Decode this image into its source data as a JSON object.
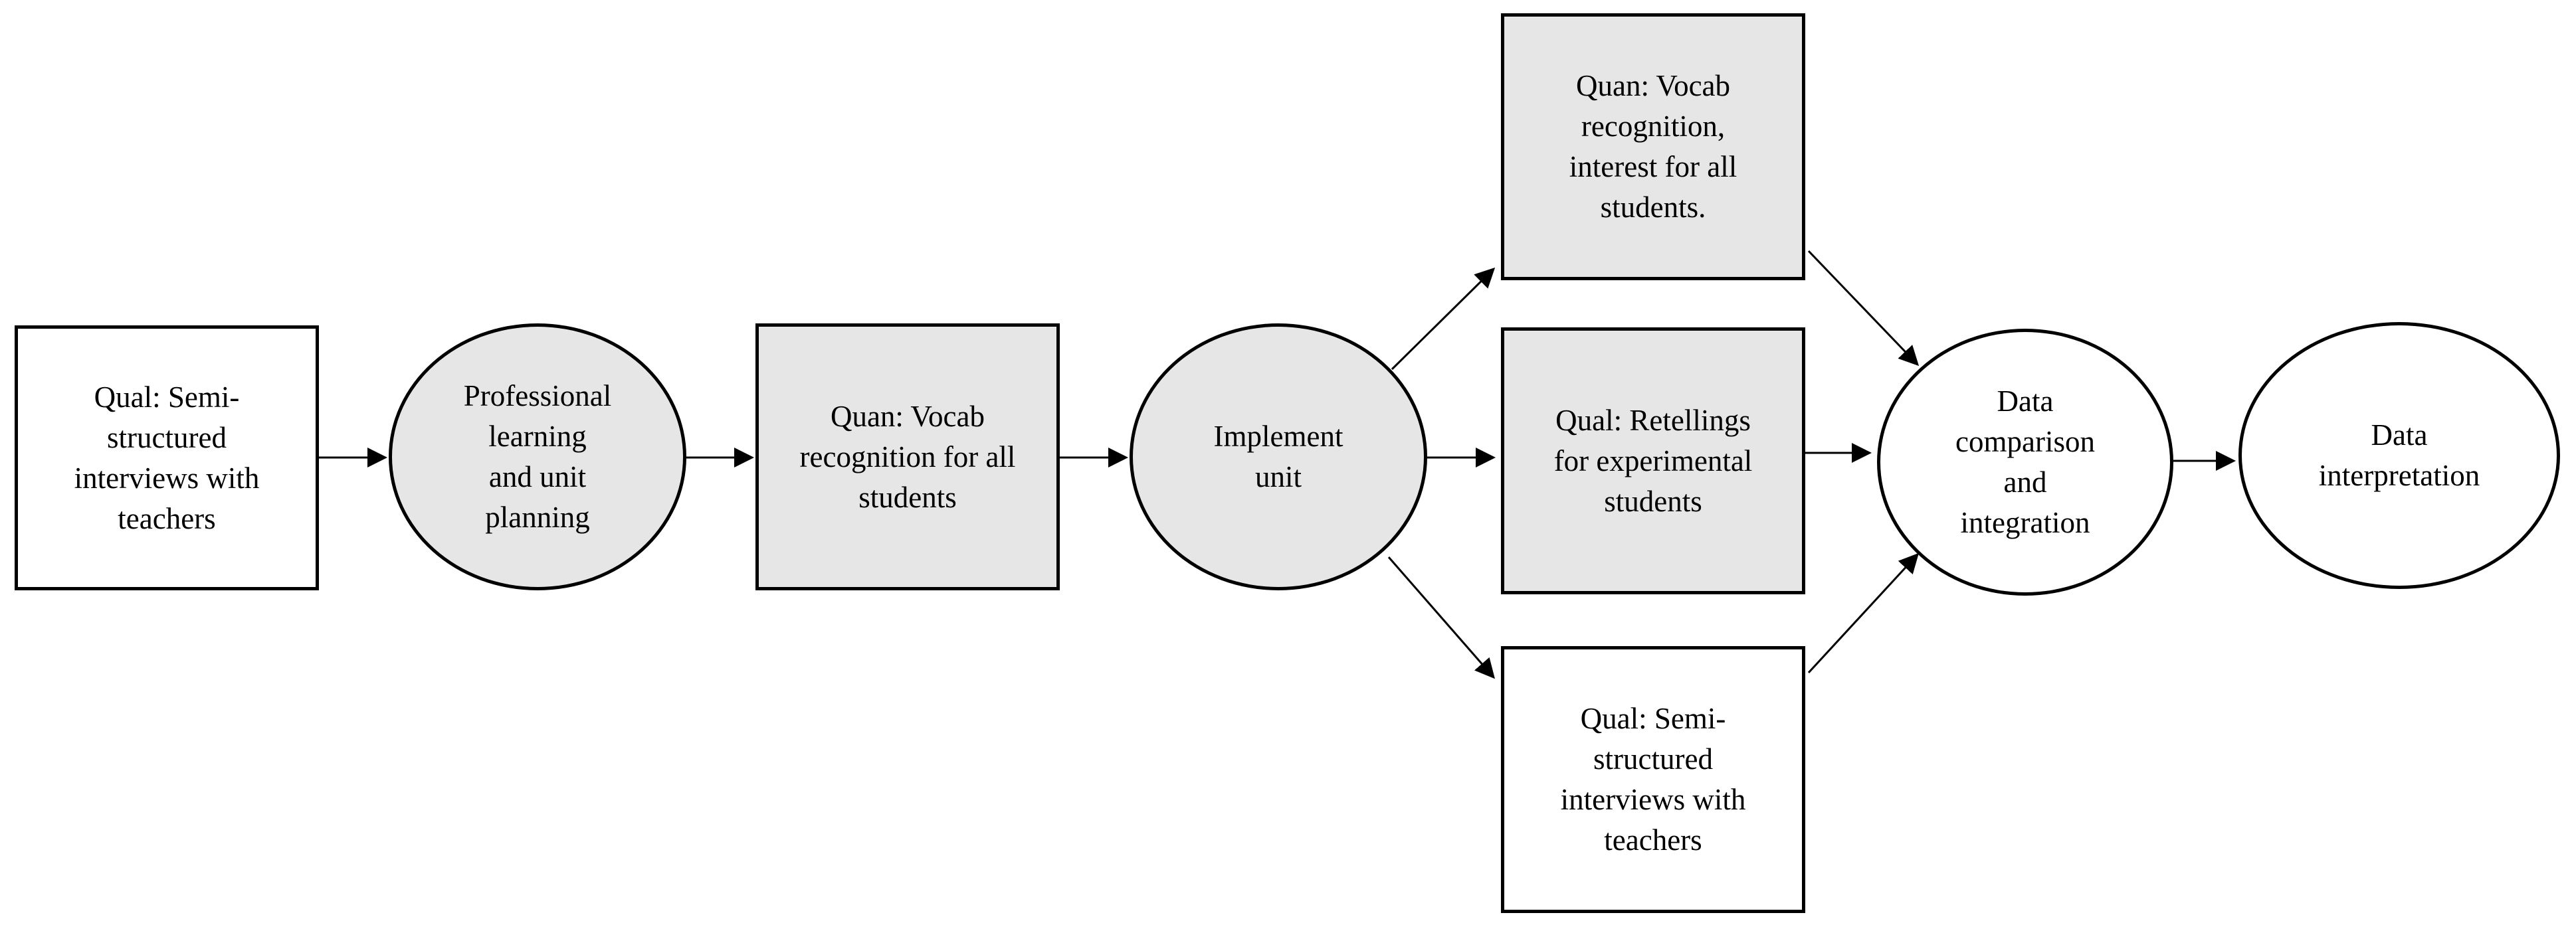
{
  "colors": {
    "shaded_fill": "#e6e6e6",
    "plain_fill": "#ffffff",
    "stroke": "#000000"
  },
  "nodes": [
    {
      "id": "qual-interviews-pre",
      "shape": "rectangle",
      "fill": "plain",
      "text": "Qual: Semi-\nstructured\ninterviews with\nteachers"
    },
    {
      "id": "professional-learning",
      "shape": "ellipse",
      "fill": "shaded",
      "text": "Professional\nlearning\nand unit\nplanning"
    },
    {
      "id": "quan-vocab-pre",
      "shape": "rectangle",
      "fill": "shaded",
      "text": "Quan: Vocab\nrecognition for all\nstudents"
    },
    {
      "id": "implement-unit",
      "shape": "ellipse",
      "fill": "shaded",
      "text": "Implement\nunit"
    },
    {
      "id": "quan-vocab-post",
      "shape": "rectangle",
      "fill": "shaded",
      "text": "Quan: Vocab\nrecognition,\ninterest for all\nstudents."
    },
    {
      "id": "qual-retellings",
      "shape": "rectangle",
      "fill": "shaded",
      "text": "Qual: Retellings\nfor experimental\nstudents"
    },
    {
      "id": "qual-interviews-post",
      "shape": "rectangle",
      "fill": "plain",
      "text": "Qual: Semi-\nstructured\ninterviews with\nteachers"
    },
    {
      "id": "data-comparison",
      "shape": "ellipse",
      "fill": "plain",
      "text": "Data\ncomparison\nand\nintegration"
    },
    {
      "id": "data-interpretation",
      "shape": "ellipse",
      "fill": "plain",
      "text": "Data\ninterpretation"
    }
  ],
  "edges": [
    {
      "from": "qual-interviews-pre",
      "to": "professional-learning"
    },
    {
      "from": "professional-learning",
      "to": "quan-vocab-pre"
    },
    {
      "from": "quan-vocab-pre",
      "to": "implement-unit"
    },
    {
      "from": "implement-unit",
      "to": "quan-vocab-post"
    },
    {
      "from": "implement-unit",
      "to": "qual-retellings"
    },
    {
      "from": "implement-unit",
      "to": "qual-interviews-post"
    },
    {
      "from": "quan-vocab-post",
      "to": "data-comparison"
    },
    {
      "from": "qual-retellings",
      "to": "data-comparison"
    },
    {
      "from": "qual-interviews-post",
      "to": "data-comparison"
    },
    {
      "from": "data-comparison",
      "to": "data-interpretation"
    }
  ]
}
